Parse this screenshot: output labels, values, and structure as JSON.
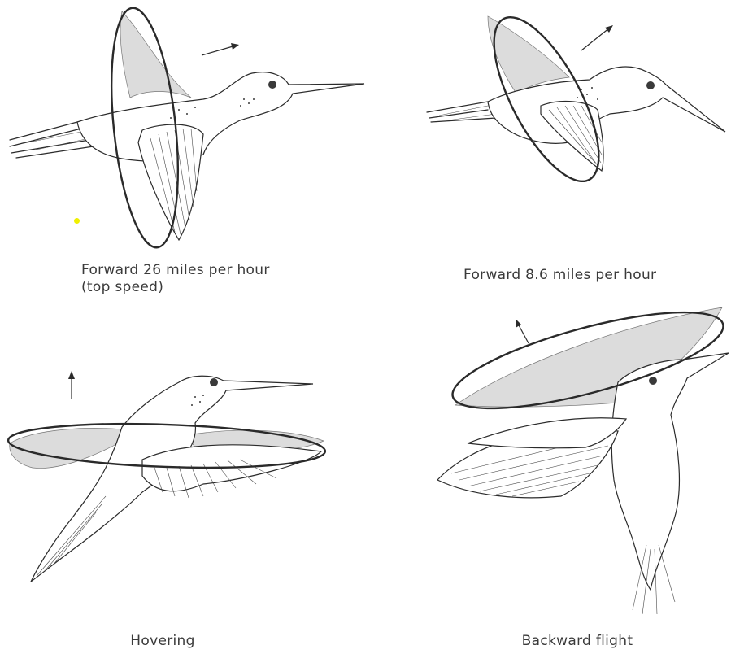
{
  "panels": {
    "forward_fast": {
      "caption_line1": "Forward 26 miles per hour",
      "caption_line2": "(top speed)",
      "arrow_icon": "arrow-right-up-icon"
    },
    "forward_slow": {
      "caption_line1": "Forward 8.6 miles per hour",
      "arrow_icon": "arrow-right-up-icon"
    },
    "hovering": {
      "caption_line1": "Hovering",
      "arrow_icon": "arrow-up-icon"
    },
    "backward": {
      "caption_line1": "Backward flight",
      "arrow_icon": "arrow-up-left-icon"
    }
  },
  "colors": {
    "ink": "#2b2b2b",
    "wing_shade": "#dcdcdc",
    "marker": "#f0f000"
  }
}
